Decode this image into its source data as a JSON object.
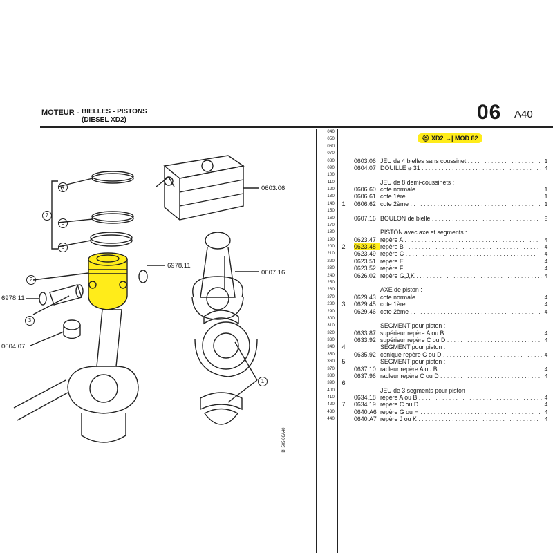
{
  "header": {
    "section": "MOTEUR -",
    "title": "BIELLES - PISTONS",
    "subtitle": "(DIESEL XD2)",
    "page_number": "06",
    "page_code": "A40"
  },
  "filter_tag": {
    "engine": "XD2",
    "arrow": "→|",
    "model": "MOD 82"
  },
  "line_codes": [
    "040",
    "050",
    "060",
    "070",
    "080",
    "090",
    "100",
    "110",
    "120",
    "130",
    "140",
    "150",
    "160",
    "170",
    "180",
    "190",
    "200",
    "210",
    "220",
    "230",
    "240",
    "250",
    "260",
    "270",
    "280",
    "290",
    "300",
    "310",
    "320",
    "330",
    "340",
    "350",
    "360",
    "370",
    "380",
    "390",
    "400",
    "410",
    "420",
    "430",
    "440"
  ],
  "groups": [
    {
      "num": "1",
      "row": 10
    },
    {
      "num": "2",
      "row": 16
    },
    {
      "num": "3",
      "row": 24
    },
    {
      "num": "4",
      "row": 30
    },
    {
      "num": "5",
      "row": 32
    },
    {
      "num": "6",
      "row": 35
    },
    {
      "num": "7",
      "row": 38
    }
  ],
  "parts": [
    {
      "ref": "0603.06",
      "desc": "JEU de 4 bielles sans coussinet",
      "qty": "1",
      "row": 4
    },
    {
      "ref": "0604.07",
      "desc": "DOUILLE ⌀ 31",
      "qty": "4",
      "row": 5
    },
    {
      "ref": "",
      "desc": "JEU de 8 demi-coussinets :",
      "qty": "",
      "row": 7
    },
    {
      "ref": "0606.60",
      "desc": "cote normale",
      "qty": "1",
      "row": 8
    },
    {
      "ref": "0606.61",
      "desc": "cote 1ère",
      "qty": "1",
      "row": 9
    },
    {
      "ref": "0606.62",
      "desc": "cote 2ème",
      "qty": "1",
      "row": 10
    },
    {
      "ref": "0607.16",
      "desc": "BOULON de bielle",
      "qty": "8",
      "row": 12
    },
    {
      "ref": "",
      "desc": "PISTON avec axe et segments :",
      "qty": "",
      "row": 14
    },
    {
      "ref": "0623.47",
      "desc": "repère A",
      "qty": "4",
      "row": 15
    },
    {
      "ref": "0623.48",
      "desc": "repère B",
      "qty": "4",
      "row": 16,
      "highlight": true
    },
    {
      "ref": "0623.49",
      "desc": "repère C",
      "qty": "4",
      "row": 17
    },
    {
      "ref": "0623.51",
      "desc": "repère E",
      "qty": "4",
      "row": 18
    },
    {
      "ref": "0623.52",
      "desc": "repère F",
      "qty": "4",
      "row": 19
    },
    {
      "ref": "0626.02",
      "desc": "repère G,J,K",
      "qty": "4",
      "row": 20
    },
    {
      "ref": "",
      "desc": "AXE de piston :",
      "qty": "",
      "row": 22
    },
    {
      "ref": "0629.43",
      "desc": "cote normale",
      "qty": "4",
      "row": 23
    },
    {
      "ref": "0629.45",
      "desc": "cote 1ère",
      "qty": "4",
      "row": 24
    },
    {
      "ref": "0629.46",
      "desc": "cote 2ème",
      "qty": "4",
      "row": 25
    },
    {
      "ref": "",
      "desc": "SEGMENT pour piston :",
      "qty": "",
      "row": 27
    },
    {
      "ref": "0633.87",
      "desc": "supérieur repère A ou B",
      "qty": "4",
      "row": 28
    },
    {
      "ref": "0633.92",
      "desc": "supérieur repère C ou D",
      "qty": "4",
      "row": 29
    },
    {
      "ref": "",
      "desc": "SEGMENT pour piston :",
      "qty": "",
      "row": 30
    },
    {
      "ref": "0635.92",
      "desc": "conique repère C ou D",
      "qty": "4",
      "row": 31
    },
    {
      "ref": "",
      "desc": "SEGMENT pour piston :",
      "qty": "",
      "row": 32
    },
    {
      "ref": "0637.10",
      "desc": "racleur repère A ou B",
      "qty": "4",
      "row": 33
    },
    {
      "ref": "0637.96",
      "desc": "racleur repère C ou D",
      "qty": "4",
      "row": 34
    },
    {
      "ref": "",
      "desc": "JEU de 3 segments pour piston",
      "qty": "",
      "row": 36
    },
    {
      "ref": "0634.18",
      "desc": "repère A ou B",
      "qty": "4",
      "row": 37
    },
    {
      "ref": "0634.19",
      "desc": "repère C ou D",
      "qty": "4",
      "row": 38
    },
    {
      "ref": "0640.A6",
      "desc": "repère G ou H",
      "qty": "4",
      "row": 39
    },
    {
      "ref": "0640.A7",
      "desc": "repère J ou K",
      "qty": "4",
      "row": 40
    }
  ],
  "callouts": {
    "c_0603_06": "0603.06",
    "c_6978_11_right": "6978.11",
    "c_0607_16": "0607.16",
    "c_6978_11_left": "6978.11",
    "c_0604_07": "0604.07",
    "n4": "4",
    "n7": "7",
    "n5": "5",
    "n6": "6",
    "n2": "2",
    "n3": "3",
    "n1": "1"
  },
  "vertical_note": "IB' 505 06A40"
}
